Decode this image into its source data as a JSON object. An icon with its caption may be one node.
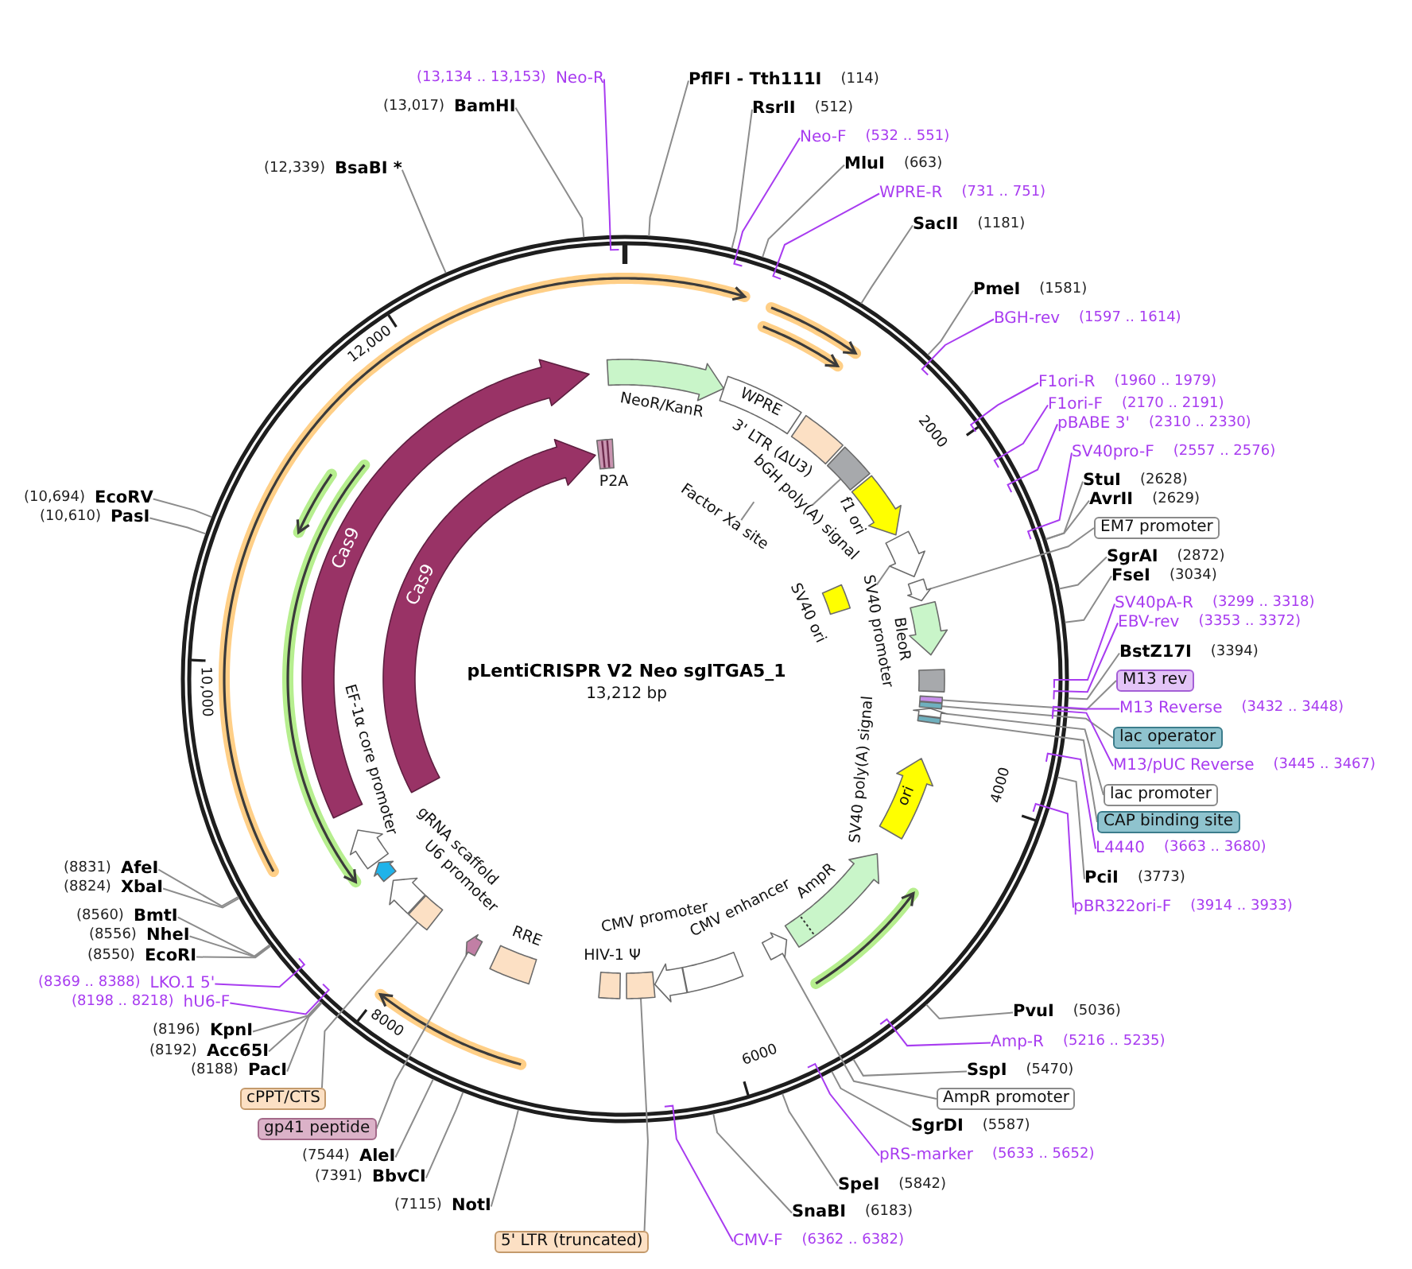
{
  "diagram": {
    "title": "pLentiCRISPR V2 Neo sgITGA5_1",
    "nodes": [
      {
        "text": [
          "PflFI - Tth111I",
          "(114)"
        ]
      },
      {
        "text": [
          "RsrII",
          "(512)"
        ]
      },
      {
        "text": [
          "Neo-F",
          "(532 .. 551)"
        ]
      },
      {
        "text": [
          "MluI",
          "(663)"
        ]
      },
      {
        "text": [
          "WPRE-R",
          "(731 .. 751)"
        ]
      },
      {
        "text": [
          "SacII",
          "(1181)"
        ]
      },
      {
        "text": [
          "PmeI",
          "(1581)"
        ]
      },
      {
        "text": [
          "BGH-rev",
          "(1597 .. 1614)"
        ]
      },
      {
        "text": [
          "F1ori-R",
          "(1960 .. 1979)"
        ]
      },
      {
        "text": [
          "F1ori-F",
          "(2170 .. 2191)"
        ]
      },
      {
        "text": [
          "pBABE 3'",
          "(2310 .. 2330)"
        ]
      },
      {
        "text": [
          "SV40pro-F",
          "(2557 .. 2576)"
        ]
      },
      {
        "text": [
          "StuI",
          "(2628)"
        ]
      },
      {
        "text": [
          "AvrII",
          "(2629)"
        ]
      },
      {
        "text": [
          "EM7 promoter"
        ]
      },
      {
        "text": [
          "SgrAI",
          "(2872)"
        ]
      },
      {
        "text": [
          "FseI",
          "(3034)"
        ]
      },
      {
        "text": [
          "SV40pA-R",
          "(3299 .. 3318)"
        ]
      },
      {
        "text": [
          "EBV-rev",
          "(3353 .. 3372)"
        ]
      },
      {
        "text": [
          "BstZ17I",
          "(3394)"
        ]
      },
      {
        "text": [
          "M13 rev"
        ]
      },
      {
        "text": [
          "M13 Reverse",
          "(3432 .. 3448)"
        ]
      },
      {
        "text": [
          "lac operator"
        ]
      },
      {
        "text": [
          "M13/pUC Reverse",
          "(3445 .. 3467)"
        ]
      },
      {
        "text": [
          "lac promoter"
        ]
      },
      {
        "text": [
          "CAP binding site"
        ]
      },
      {
        "text": [
          "L4440",
          "(3663 .. 3680)"
        ]
      },
      {
        "text": [
          "PciI",
          "(3773)"
        ]
      },
      {
        "text": [
          "pBR322ori-F",
          "(3914 .. 3933)"
        ]
      },
      {
        "text": [
          "PvuI",
          "(5036)"
        ]
      },
      {
        "text": [
          "Amp-R",
          "(5216 .. 5235)"
        ]
      },
      {
        "text": [
          "SspI",
          "(5470)"
        ]
      },
      {
        "text": [
          "AmpR promoter"
        ]
      },
      {
        "text": [
          "SgrDI",
          "(5587)"
        ]
      },
      {
        "text": [
          "pRS-marker",
          "(5633 .. 5652)"
        ]
      },
      {
        "text": [
          "SpeI",
          "(5842)"
        ]
      },
      {
        "text": [
          "SnaBI",
          "(6183)"
        ]
      },
      {
        "text": [
          "CMV-F",
          "(6362 .. 6382)"
        ]
      },
      {
        "text": [
          "5' LTR (truncated)"
        ]
      },
      {
        "text": [
          "(7115)",
          "NotI"
        ]
      },
      {
        "text": [
          "(7391)",
          "BbvCI"
        ]
      },
      {
        "text": [
          "(7544)",
          "AleI"
        ]
      },
      {
        "text": [
          "gp41 peptide"
        ]
      },
      {
        "text": [
          "cPPT/CTS"
        ]
      },
      {
        "text": [
          "(8188)",
          "PacI"
        ]
      },
      {
        "text": [
          "(8192)",
          "Acc65I"
        ]
      },
      {
        "text": [
          "(8196)",
          "KpnI"
        ]
      },
      {
        "text": [
          "(8198 .. 8218)",
          "hU6-F"
        ]
      },
      {
        "text": [
          "(8369 .. 8388)",
          "LKO.1 5'"
        ]
      },
      {
        "text": [
          "(8550)",
          "EcoRI"
        ]
      },
      {
        "text": [
          "(8556)",
          "NheI"
        ]
      },
      {
        "text": [
          "(8560)",
          "BmtI"
        ]
      },
      {
        "text": [
          "(8824)",
          "XbaI"
        ]
      },
      {
        "text": [
          "(8831)",
          "AfeI"
        ]
      },
      {
        "text": [
          "(10,610)",
          "PasI"
        ]
      },
      {
        "text": [
          "(10,694)",
          "EcoRV"
        ]
      },
      {
        "text": [
          "(12,339)",
          "BsaBI *"
        ]
      },
      {
        "text": [
          "(13,017)",
          "BamHI"
        ]
      },
      {
        "text": [
          "(13,134 .. 13,153)",
          "Neo-R"
        ]
      },
      {
        "text": [
          "NeoR/KanR"
        ]
      },
      {
        "text": [
          "WPRE"
        ]
      },
      {
        "text": [
          "3' LTR (ΔU3)"
        ]
      },
      {
        "text": [],
        "shape": "box"
      },
      {
        "text": [
          "bGH poly(A) signal"
        ]
      },
      {
        "text": [
          "f1 ori"
        ]
      },
      {
        "text": [
          "Factor Xa site"
        ]
      },
      {
        "text": [
          "SV40 ori"
        ]
      },
      {
        "text": [],
        "shape": "arrow"
      },
      {
        "text": [
          "SV40 promoter"
        ]
      },
      {
        "text": [],
        "shape": "arrow"
      },
      {
        "text": [
          "BleoR"
        ]
      },
      {
        "text": [],
        "shape": "box"
      },
      {
        "text": [],
        "shape": "box"
      },
      {
        "text": [],
        "shape": "box"
      },
      {
        "text": [],
        "shape": "arrow"
      },
      {
        "text": [],
        "shape": "box"
      },
      {
        "text": [
          "ori"
        ]
      },
      {
        "text": [
          "AmpR"
        ]
      },
      {
        "text": [],
        "shape": "arrow"
      },
      {
        "text": [
          "CMV enhancer"
        ]
      },
      {
        "text": [
          "CMV promoter"
        ]
      },
      {
        "text": [],
        "shape": "box"
      },
      {
        "text": [
          "HIV-1 Ψ"
        ]
      },
      {
        "text": [
          "RRE"
        ]
      },
      {
        "text": [],
        "shape": "arrow"
      },
      {
        "text": [],
        "shape": "box"
      },
      {
        "text": [
          "U6 promoter"
        ]
      },
      {
        "text": [
          "gRNA scaffold"
        ]
      },
      {
        "text": [
          "EF-1α core promoter"
        ]
      },
      {
        "text": [
          "Cas9"
        ]
      },
      {
        "text": [
          "Cas9"
        ]
      },
      {
        "text": [
          "P2A"
        ]
      }
    ],
    "edges": [
      {
        "from": 0,
        "to": null,
        "arrow": "none"
      },
      {
        "from": 1,
        "to": null,
        "arrow": "none"
      },
      {
        "from": 2,
        "to": null,
        "arrow": "none",
        "color": "#a83cf0"
      },
      {
        "from": 3,
        "to": null,
        "arrow": "none"
      },
      {
        "from": 4,
        "to": null,
        "arrow": "none",
        "color": "#a83cf0"
      },
      {
        "from": 5,
        "to": null,
        "arrow": "none"
      },
      {
        "from": 6,
        "to": null,
        "arrow": "none"
      },
      {
        "from": 7,
        "to": null,
        "arrow": "none",
        "color": "#a83cf0"
      },
      {
        "from": 8,
        "to": null,
        "arrow": "none",
        "color": "#a83cf0"
      },
      {
        "from": 9,
        "to": null,
        "arrow": "none",
        "color": "#a83cf0"
      },
      {
        "from": 10,
        "to": null,
        "arrow": "none",
        "color": "#a83cf0"
      },
      {
        "from": 11,
        "to": null,
        "arrow": "none",
        "color": "#a83cf0"
      },
      {
        "from": 12,
        "to": null,
        "arrow": "none"
      },
      {
        "from": 13,
        "to": null,
        "arrow": "none"
      },
      {
        "from": 14,
        "to": 69,
        "arrow": "none"
      },
      {
        "from": 15,
        "to": null,
        "arrow": "none"
      },
      {
        "from": 16,
        "to": null,
        "arrow": "none"
      },
      {
        "from": 17,
        "to": null,
        "arrow": "none",
        "color": "#a83cf0"
      },
      {
        "from": 18,
        "to": null,
        "arrow": "none",
        "color": "#a83cf0"
      },
      {
        "from": 19,
        "to": null,
        "arrow": "none"
      },
      {
        "from": 20,
        "to": 72,
        "arrow": "none"
      },
      {
        "from": 21,
        "to": null,
        "arrow": "none",
        "color": "#a83cf0"
      },
      {
        "from": 22,
        "to": 73,
        "arrow": "none"
      },
      {
        "from": 23,
        "to": null,
        "arrow": "none",
        "color": "#a83cf0"
      },
      {
        "from": 24,
        "to": 74,
        "arrow": "none"
      },
      {
        "from": 25,
        "to": 75,
        "arrow": "none"
      },
      {
        "from": 26,
        "to": null,
        "arrow": "none",
        "color": "#a83cf0"
      },
      {
        "from": 27,
        "to": null,
        "arrow": "none"
      },
      {
        "from": 28,
        "to": null,
        "arrow": "none",
        "color": "#a83cf0"
      },
      {
        "from": 29,
        "to": null,
        "arrow": "none"
      },
      {
        "from": 30,
        "to": null,
        "arrow": "none",
        "color": "#a83cf0"
      },
      {
        "from": 31,
        "to": null,
        "arrow": "none"
      },
      {
        "from": 32,
        "to": 78,
        "arrow": "none"
      },
      {
        "from": 33,
        "to": null,
        "arrow": "none"
      },
      {
        "from": 34,
        "to": null,
        "arrow": "none",
        "color": "#a83cf0"
      },
      {
        "from": 35,
        "to": null,
        "arrow": "none"
      },
      {
        "from": 36,
        "to": null,
        "arrow": "none"
      },
      {
        "from": 37,
        "to": null,
        "arrow": "none",
        "color": "#a83cf0"
      },
      {
        "from": 38,
        "to": 81,
        "arrow": "none"
      },
      {
        "from": 39,
        "to": null,
        "arrow": "none"
      },
      {
        "from": 40,
        "to": null,
        "arrow": "none"
      },
      {
        "from": 41,
        "to": null,
        "arrow": "none"
      },
      {
        "from": 42,
        "to": 84,
        "arrow": "none"
      },
      {
        "from": 43,
        "to": 85,
        "arrow": "none"
      },
      {
        "from": 44,
        "to": null,
        "arrow": "none"
      },
      {
        "from": 45,
        "to": null,
        "arrow": "none"
      },
      {
        "from": 46,
        "to": null,
        "arrow": "none"
      },
      {
        "from": 47,
        "to": null,
        "arrow": "none",
        "color": "#a83cf0"
      },
      {
        "from": 48,
        "to": null,
        "arrow": "none",
        "color": "#a83cf0"
      },
      {
        "from": 49,
        "to": null,
        "arrow": "none"
      },
      {
        "from": 50,
        "to": null,
        "arrow": "none"
      },
      {
        "from": 51,
        "to": null,
        "arrow": "none"
      },
      {
        "from": 52,
        "to": null,
        "arrow": "none"
      },
      {
        "from": 53,
        "to": null,
        "arrow": "none"
      },
      {
        "from": 54,
        "to": null,
        "arrow": "none"
      },
      {
        "from": 55,
        "to": null,
        "arrow": "none"
      },
      {
        "from": 56,
        "to": null,
        "arrow": "none"
      },
      {
        "from": 57,
        "to": null,
        "arrow": "none"
      },
      {
        "from": 58,
        "to": null,
        "arrow": "none",
        "color": "#a83cf0"
      },
      {
        "from": 63,
        "to": 62,
        "arrow": "none"
      },
      {
        "from": 65,
        "to": null,
        "arrow": "none"
      },
      {
        "from": 68,
        "to": 67,
        "arrow": "none"
      }
    ],
    "labels": [
      "13,212 bp",
      "2000",
      "4000",
      "6000",
      "8000",
      "10,000",
      "12,000",
      "SV40 poly(A) signal"
    ]
  }
}
